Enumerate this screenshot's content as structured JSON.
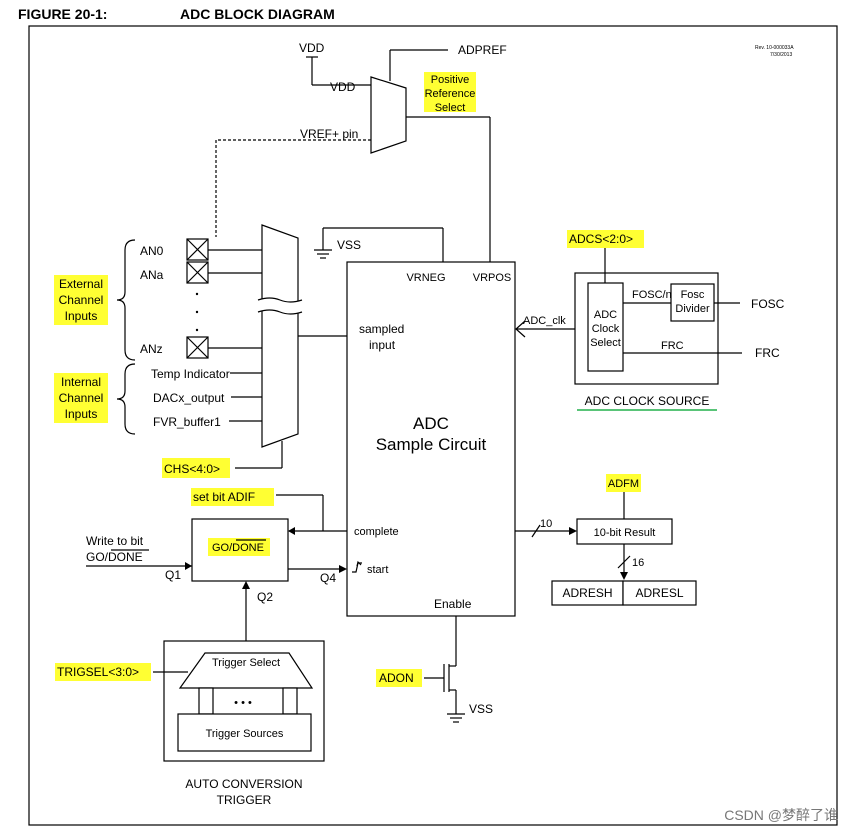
{
  "figure": {
    "number": "FIGURE 20-1:",
    "title": "ADC BLOCK DIAGRAM",
    "revision": "Rev. 10-000033A",
    "revision_date": "7/30/2013"
  },
  "reference": {
    "vdd_top": "VDD",
    "vdd_mux": "VDD",
    "adpref": "ADPREF",
    "vref_pin": "VREF+ pin",
    "select_line1": "Positive",
    "select_line2": "Reference",
    "select_line3": "Select",
    "vss": "VSS"
  },
  "inputs": {
    "external_line1": "External",
    "external_line2": "Channel",
    "external_line3": "Inputs",
    "internal_line1": "Internal",
    "internal_line2": "Channel",
    "internal_line3": "Inputs",
    "an0": "AN0",
    "ana": "ANa",
    "anz": "ANz",
    "temp": "Temp Indicator",
    "dac": "DACx_output",
    "fvr": "FVR_buffer1",
    "chs": "CHS<4:0>"
  },
  "adc": {
    "vrneg": "VRNEG",
    "vrpos": "VRPOS",
    "sampled_line1": "sampled",
    "sampled_line2": "input",
    "title_line1": "ADC",
    "title_line2": "Sample Circuit",
    "complete": "complete",
    "start": "start",
    "enable": "Enable",
    "adc_clk": "ADC_clk"
  },
  "clock": {
    "adcs": "ADCS<2:0>",
    "select_line1": "ADC",
    "select_line2": "Clock",
    "select_line3": "Select",
    "fosc_n": "FOSC/n",
    "divider_line1": "Fosc",
    "divider_line2": "Divider",
    "frc_inner": "FRC",
    "fosc_in": "FOSC",
    "frc_in": "FRC",
    "caption": "ADC CLOCK SOURCE"
  },
  "control": {
    "set_adif": "set bit ADIF",
    "write_line1": "Write to bit",
    "write_line2": "GO/DONE",
    "q1": "Q1",
    "go_done": "GO/DONE",
    "q2": "Q2",
    "q4": "Q4"
  },
  "result": {
    "adfm": "ADFM",
    "bits_in": "10",
    "box": "10-bit Result",
    "bits_out": "16",
    "adresh": "ADRESH",
    "adresl": "ADRESL"
  },
  "enable": {
    "adon": "ADON",
    "vss": "VSS"
  },
  "trigger": {
    "trigsel": "TRIGSEL<3:0>",
    "select": "Trigger Select",
    "dots": "• • •",
    "sources": "Trigger Sources",
    "caption_line1": "AUTO CONVERSION",
    "caption_line2": "TRIGGER"
  },
  "watermark": "CSDN @梦醉了谁",
  "colors": {
    "highlight": "#ffff33",
    "underline": "#22b14c"
  }
}
